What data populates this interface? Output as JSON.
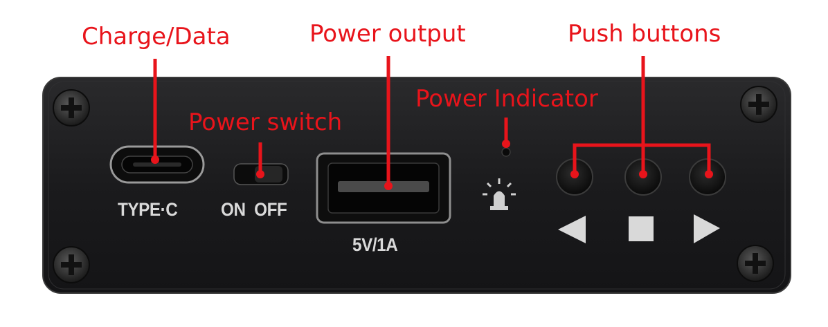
{
  "callouts": {
    "charge_data": "Charge/Data",
    "power_output": "Power output",
    "push_buttons": "Push buttons",
    "power_indicator": "Power Indicator",
    "power_switch": "Power switch"
  },
  "panel_labels": {
    "type_c": "TYPE·C",
    "on_off": "ON  OFF",
    "usb_rating": "5V/1A"
  },
  "colors": {
    "callout": "#e8141b",
    "panel": "#1c1c1e",
    "panel_label": "#d9d9d9"
  },
  "icons": {
    "prev_button": "triangle-left-icon",
    "stop_button": "square-icon",
    "next_button": "triangle-right-icon",
    "indicator": "beacon-light-icon",
    "screws": "phillips-screw-icon"
  }
}
